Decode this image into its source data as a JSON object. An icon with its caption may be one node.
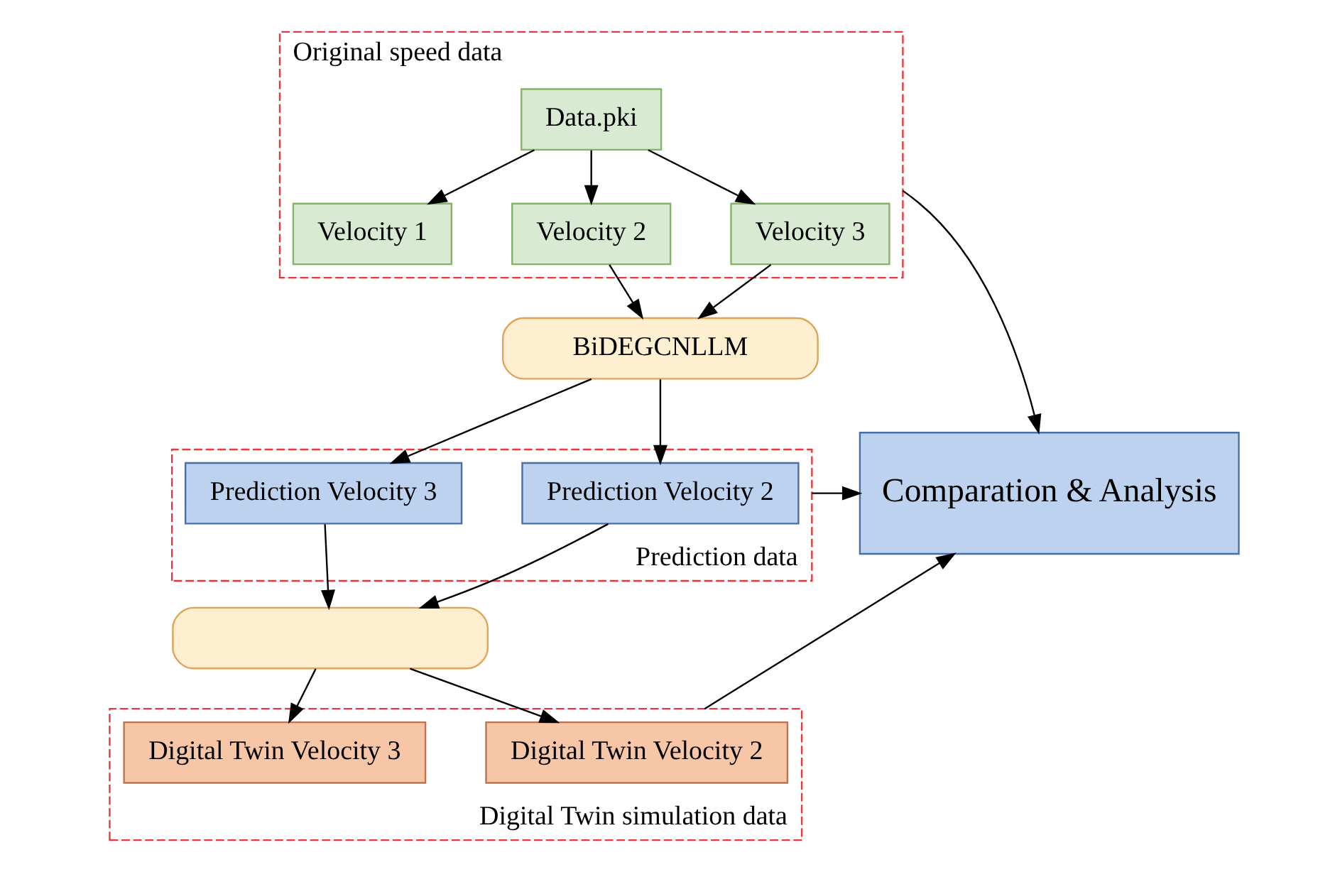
{
  "diagram": {
    "nodes": [
      {
        "text": [
          "Original speed data"
        ]
      },
      {
        "text": [
          "Data.pki"
        ],
        "in": 0
      },
      {
        "text": [
          "Velocity 1"
        ],
        "in": 0
      },
      {
        "text": [
          "Velocity 2"
        ],
        "in": 0
      },
      {
        "text": [
          "Velocity 3"
        ],
        "in": 0
      },
      {
        "text": [
          "BiDEGCNLLM"
        ]
      },
      {
        "text": [
          "Prediction data"
        ]
      },
      {
        "text": [
          "Prediction Velocity 2"
        ],
        "in": 6
      },
      {
        "text": [
          "Prediction Velocity 3"
        ],
        "in": 6
      },
      {
        "text": [],
        "shape": "box"
      },
      {
        "text": [
          "Digital Twin simulation data"
        ]
      },
      {
        "text": [
          "Digital Twin Velocity 2"
        ],
        "in": 10
      },
      {
        "text": [
          "Digital Twin Velocity 3"
        ],
        "in": 10
      },
      {
        "text": [
          "Comparation & Analysis"
        ]
      }
    ],
    "edges": [
      {
        "from": 1,
        "to": 2,
        "arrow": "to"
      },
      {
        "from": 1,
        "to": 3,
        "arrow": "to"
      },
      {
        "from": 1,
        "to": 4,
        "arrow": "to"
      },
      {
        "from": 3,
        "to": 5,
        "arrow": "to"
      },
      {
        "from": 4,
        "to": 5,
        "arrow": "to"
      },
      {
        "from": 5,
        "to": 7,
        "arrow": "to"
      },
      {
        "from": 5,
        "to": 8,
        "arrow": "to"
      },
      {
        "from": 7,
        "to": 9,
        "arrow": "to"
      },
      {
        "from": 8,
        "to": 9,
        "arrow": "to"
      },
      {
        "from": 9,
        "to": 11,
        "arrow": "to"
      },
      {
        "from": 9,
        "to": 12,
        "arrow": "to"
      },
      {
        "from": 0,
        "to": 13,
        "arrow": "to"
      },
      {
        "from": 6,
        "to": 13,
        "arrow": "to"
      },
      {
        "from": 10,
        "to": 13,
        "arrow": "to"
      }
    ]
  }
}
